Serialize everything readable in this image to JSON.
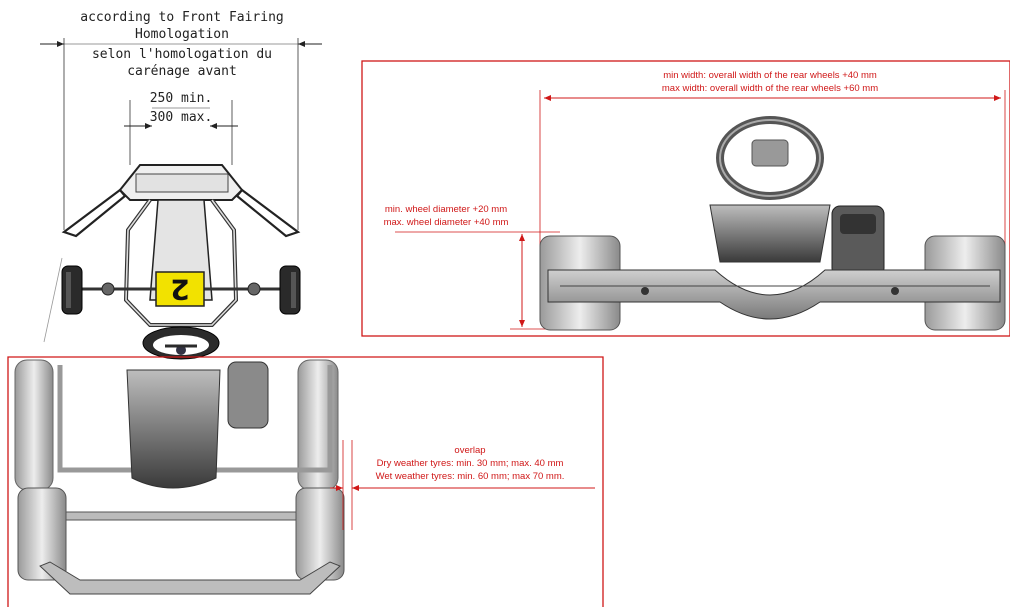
{
  "left_top_annotation": {
    "width_rule": [
      "according to Front Fairing",
      "Homologation",
      "selon l'homologation du",
      "carénage avant"
    ],
    "bumper_width": [
      "250 min.",
      "300 max."
    ]
  },
  "kart_number": "2",
  "right_panel": {
    "width_text": [
      "min width: overall width of the rear wheels +40 mm",
      "max width: overall width of the rear wheels +60 mm"
    ],
    "diameter_text": [
      "min. wheel diameter +20 mm",
      "max. wheel diameter +40 mm"
    ]
  },
  "bottom_panel": {
    "overlap_text": [
      "overlap",
      "Dry weather tyres: min. 30 mm; max. 40 mm",
      "Wet weather tyres: min. 60 mm; max 70 mm."
    ]
  },
  "colors": {
    "annotation_red": "#d01818",
    "drawing_line": "#333333",
    "number_plate": "#f2e200"
  }
}
